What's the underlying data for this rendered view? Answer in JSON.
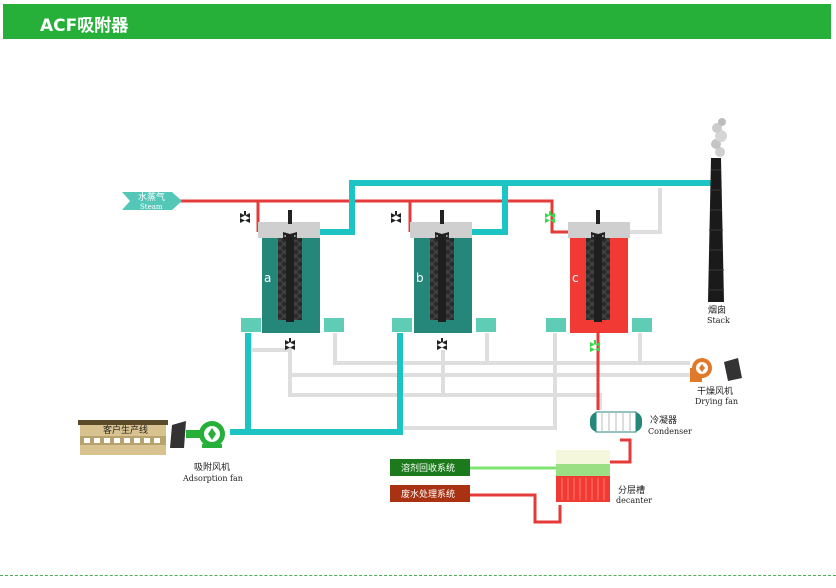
{
  "header": {
    "title": "ACF吸附器"
  },
  "steam": {
    "cn": "水蒸气",
    "en": "Steam"
  },
  "stack": {
    "cn": "烟囱",
    "en": "Stack"
  },
  "drying_fan": {
    "cn": "干燥风机",
    "en": "Drying fan"
  },
  "condenser": {
    "cn": "冷凝器",
    "en": "Condenser"
  },
  "decanter": {
    "cn": "分层槽",
    "en": "decanter"
  },
  "adsorption_fan": {
    "cn": "吸附风机",
    "en": "Adsorption fan"
  },
  "production_line": {
    "cn": "客户生产线"
  },
  "solvent_recovery": {
    "cn": "溶剂回收系统"
  },
  "wastewater": {
    "cn": "废水处理系统"
  },
  "vessels": [
    {
      "label": "a",
      "state": "adsorbing"
    },
    {
      "label": "b",
      "state": "adsorbing"
    },
    {
      "label": "c",
      "state": "desorbing"
    }
  ],
  "colors": {
    "header": "#26b03a",
    "adsorb_line": "#1cc4c4",
    "steam_line": "#e53a3a",
    "dry_line": "#dedede",
    "vessel_green": "#25877a",
    "vessel_red": "#f03a33",
    "valve_open": "#35d94a"
  }
}
